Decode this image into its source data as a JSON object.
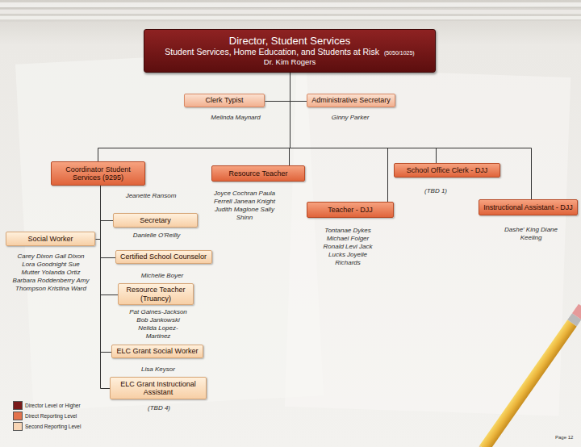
{
  "diagram": {
    "nodes": [
      {
        "text": [
          "Director, Student Services",
          "Student Services, Home Education, and Students at Risk",
          "(5050/1025)",
          "Dr. Kim Rogers"
        ]
      },
      {
        "text": [
          "Clerk Typist",
          "Melinda Maynard"
        ]
      },
      {
        "text": [
          "Administrative Secretary",
          "Ginny Parker"
        ]
      },
      {
        "text": [
          "Coordinator Student Services (9295)",
          "Jeanette Ransom"
        ]
      },
      {
        "text": [
          "Resource Teacher",
          "Joyce Cochran Paula Ferrell Janean Knight Judith Maglone Sally Shinn"
        ]
      },
      {
        "text": [
          "School Office Clerk - DJJ",
          "(TBD 1)"
        ]
      },
      {
        "text": [
          "Teacher - DJJ",
          "Tontanae Dykes Michael Folger Ronald Levi Jack Lucks Joyelle Richards"
        ]
      },
      {
        "text": [
          "Instructional Assistant - DJJ",
          "Dashe' King Diane Keeling"
        ]
      },
      {
        "text": [
          "Secretary",
          "Danielle O'Reilly"
        ]
      },
      {
        "text": [
          "Social Worker",
          "Carey Dixon Gail Dixon Lora Goodnight Sue Mutter Yolanda Ortiz Barbara Roddenberry Amy Thompson Kristina Ward"
        ]
      },
      {
        "text": [
          "Certified School Counselor",
          "Michelle Boyer"
        ]
      },
      {
        "text": [
          "Resource Teacher (Truancy)",
          "Pat Gaines-Jackson Bob Jankowski Nelida Lopez-Martinez"
        ]
      },
      {
        "text": [
          "ELC Grant Social Worker",
          "Lisa Keysor"
        ]
      },
      {
        "text": [
          "ELC Grant Instructional Assistant",
          "(TBD 4)"
        ]
      }
    ],
    "edges": [
      {
        "from": 0,
        "to": 1,
        "arrow": "none"
      },
      {
        "from": 0,
        "to": 2,
        "arrow": "none"
      },
      {
        "from": 0,
        "to": 3,
        "arrow": "none"
      },
      {
        "from": 0,
        "to": 4,
        "arrow": "none"
      },
      {
        "from": 0,
        "to": 5,
        "arrow": "none"
      },
      {
        "from": 0,
        "to": 6,
        "arrow": "none"
      },
      {
        "from": 0,
        "to": 7,
        "arrow": "none"
      },
      {
        "from": 3,
        "to": 8,
        "arrow": "none"
      },
      {
        "from": 3,
        "to": 9,
        "arrow": "none"
      },
      {
        "from": 3,
        "to": 10,
        "arrow": "none"
      },
      {
        "from": 3,
        "to": 11,
        "arrow": "none"
      },
      {
        "from": 3,
        "to": 12,
        "arrow": "none"
      },
      {
        "from": 3,
        "to": 13,
        "arrow": "none"
      }
    ],
    "labels": [
      "Page 12"
    ],
    "legend": [
      {
        "text": "Director Level or Higher",
        "color": "#7a1a1a"
      },
      {
        "text": "Direct Reporting Level",
        "color": "#e3724c"
      },
      {
        "text": "Second Reporting Level",
        "color": "#f8d5b5"
      }
    ]
  }
}
